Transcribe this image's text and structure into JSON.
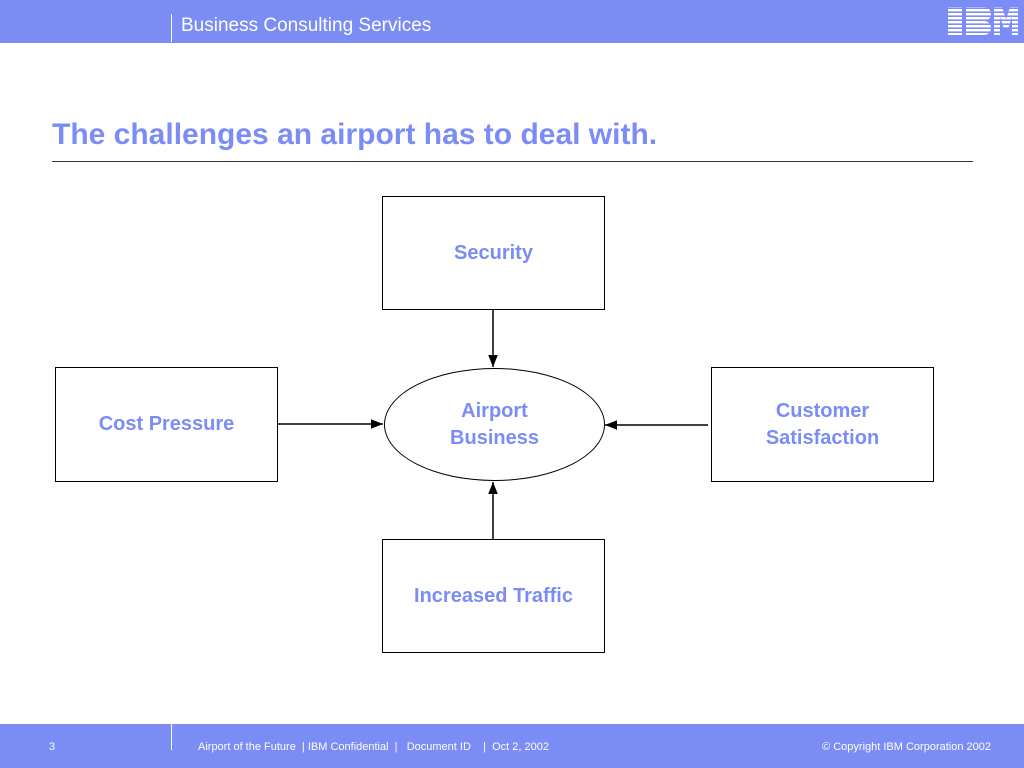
{
  "header": {
    "brand_text": "Business Consulting Services",
    "logo_text": "IBM",
    "bar_color": "#7b8cf5"
  },
  "slide": {
    "title": "The challenges an airport has to deal with.",
    "accent_color": "#7b8cf5"
  },
  "diagram": {
    "center": "Airport\nBusiness",
    "top": "Security",
    "left": "Cost Pressure",
    "right": "Customer\nSatisfaction",
    "bottom": "Increased Traffic"
  },
  "footer": {
    "page_number": "3",
    "meta": "Airport of the Future  | IBM Confidential  |   Document ID    |  Oct 2, 2002",
    "copyright": "© Copyright IBM Corporation 2002"
  }
}
